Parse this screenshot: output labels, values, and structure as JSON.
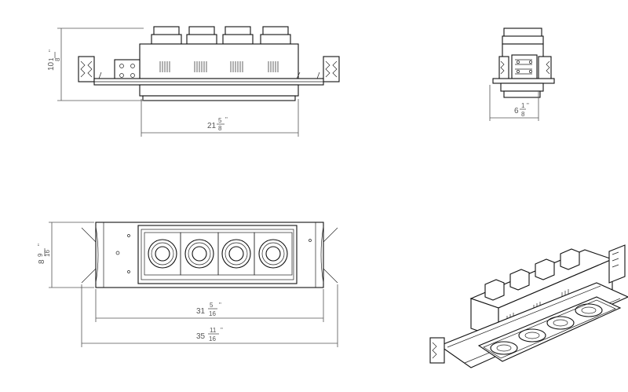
{
  "views": {
    "front": {
      "height_whole": "10",
      "height_num": "1",
      "height_den": "8",
      "height_unit": "\"",
      "width_whole": "21",
      "width_num": "5",
      "width_den": "8",
      "width_unit": "\""
    },
    "side": {
      "width_whole": "6",
      "width_num": "1",
      "width_den": "8",
      "width_unit": "\""
    },
    "plan": {
      "height_whole": "8",
      "height_num": "9",
      "height_den": "16",
      "height_unit": "\"",
      "inner_whole": "31",
      "inner_num": "5",
      "inner_den": "16",
      "inner_unit": "\"",
      "outer_whole": "35",
      "outer_num": "11",
      "outer_den": "16",
      "outer_unit": "\"",
      "lamp_count": 4
    }
  }
}
